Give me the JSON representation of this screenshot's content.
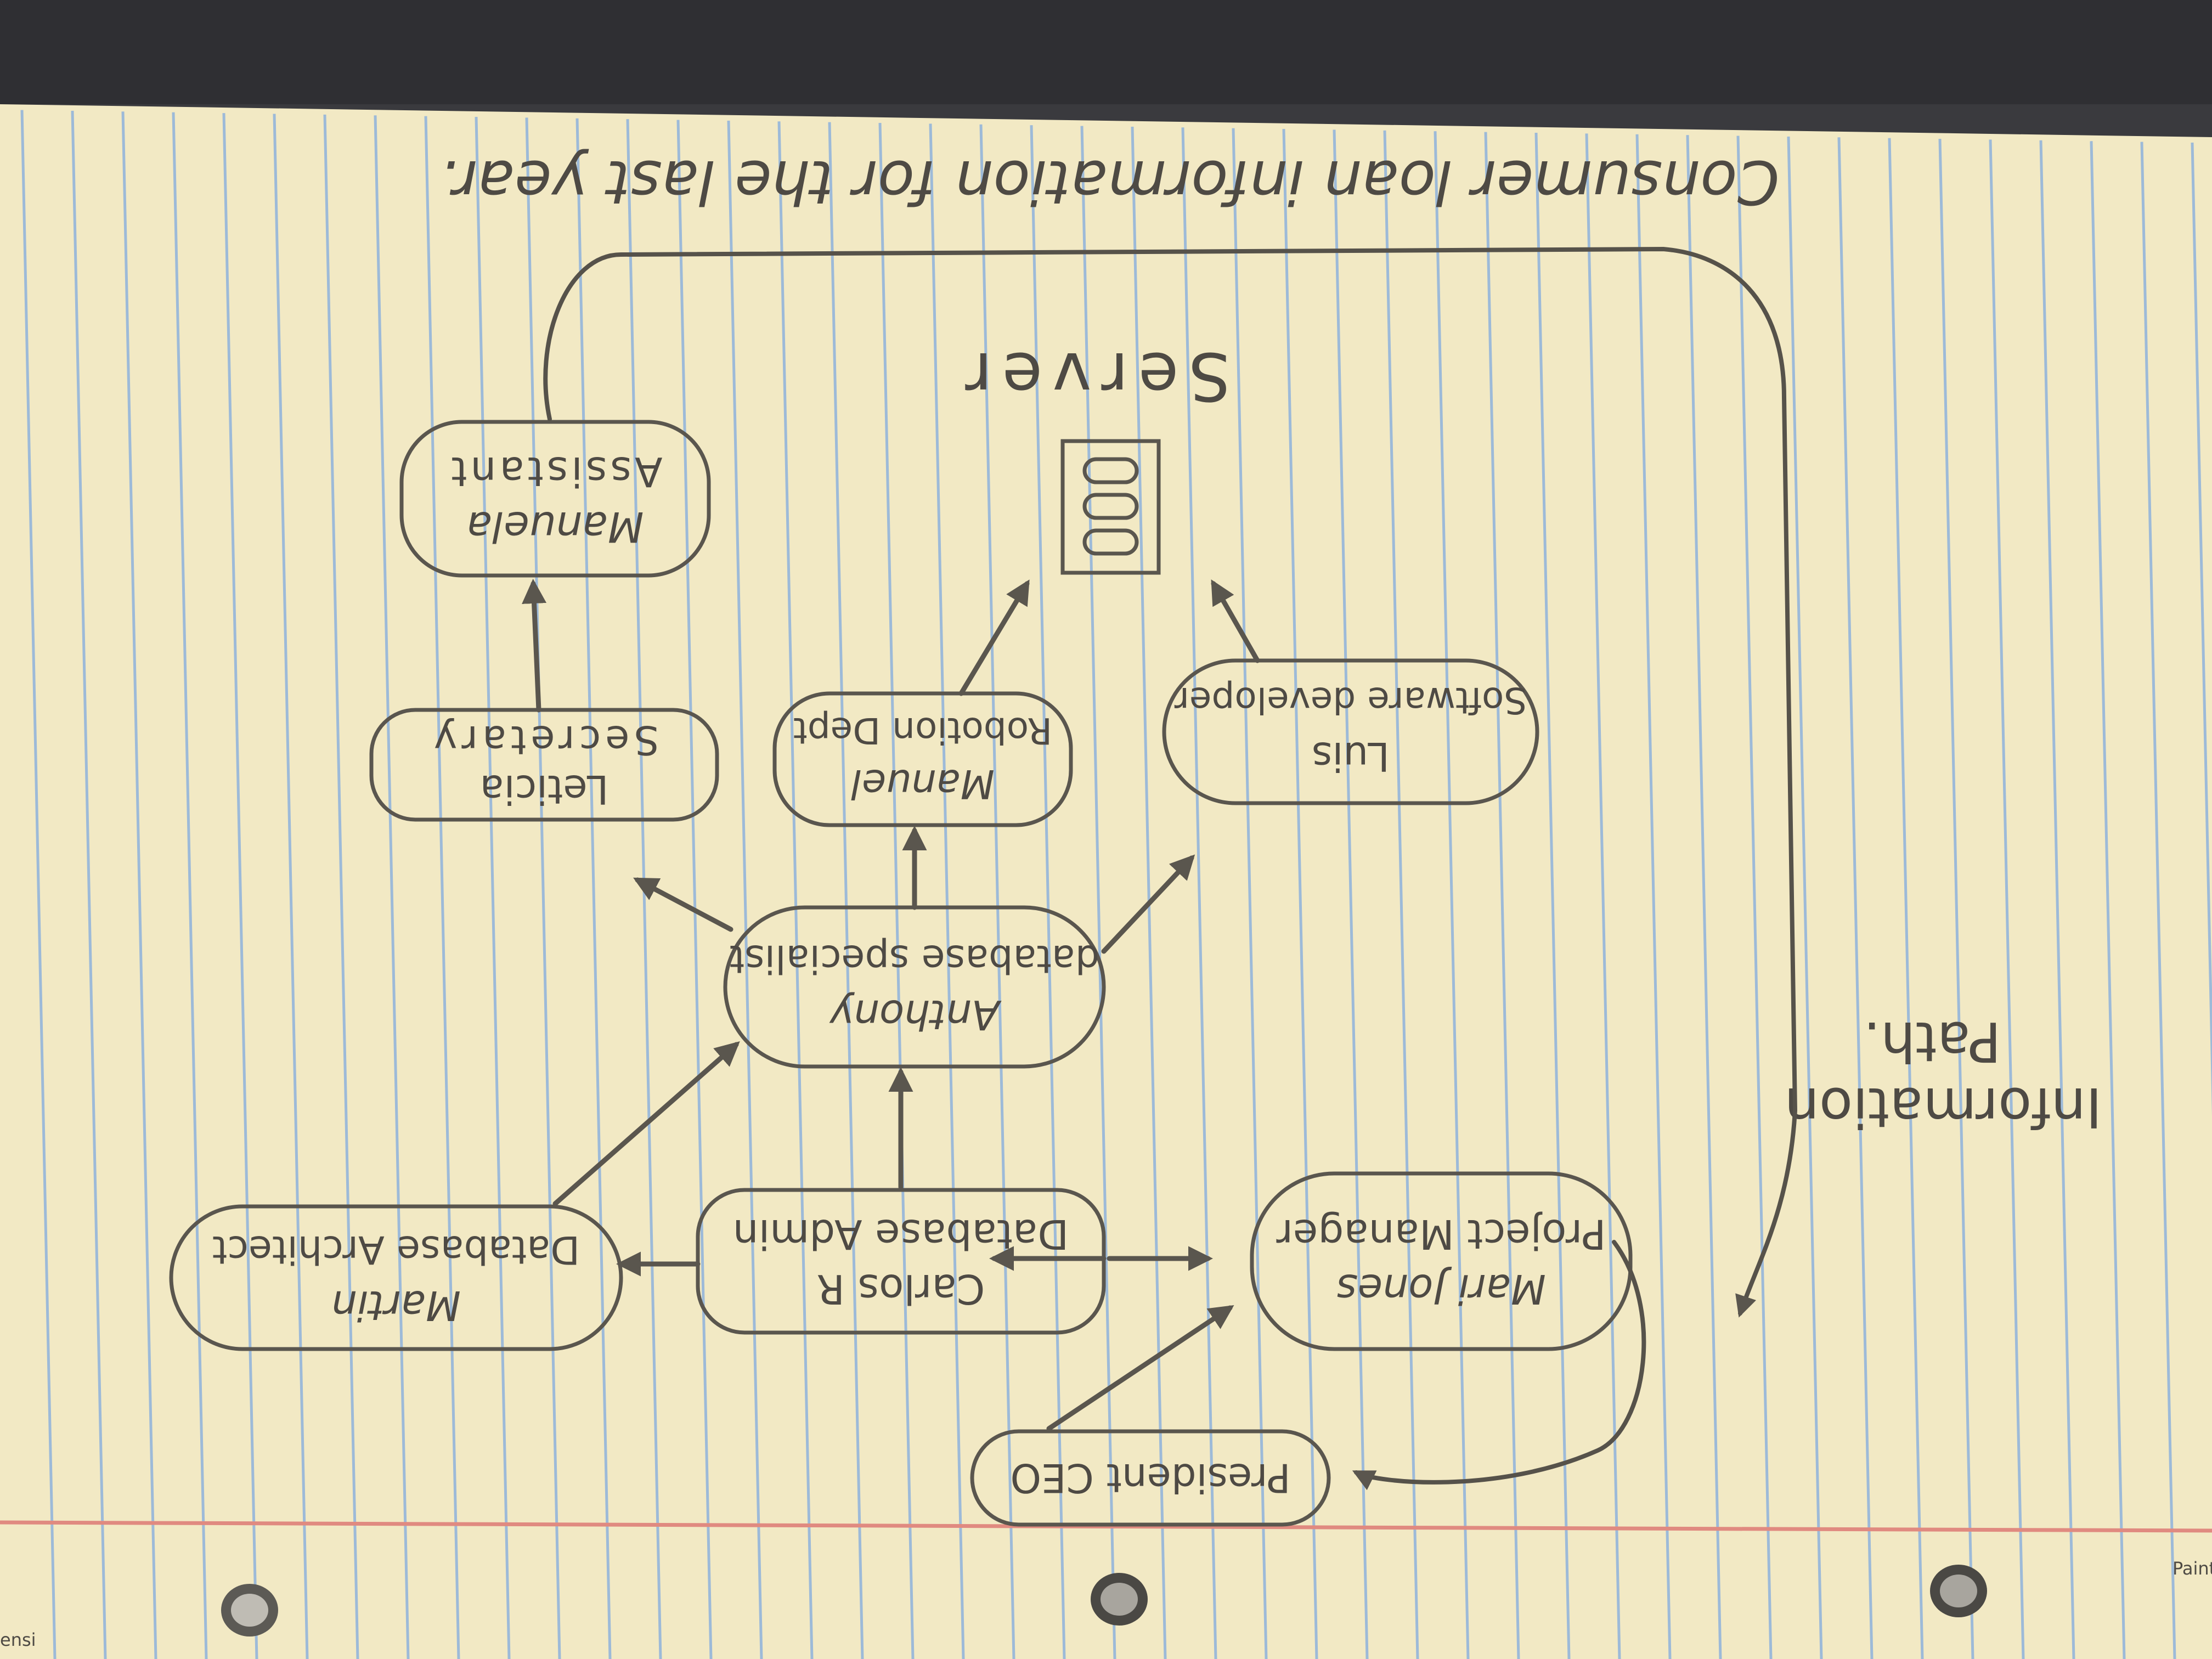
{
  "photo": {
    "subject": "ruled notebook paper photographed upside down",
    "colors": {
      "paper": "#f2e9c4",
      "rule_line": "#9dbad8",
      "margin_line": "#e08a80",
      "pencil": "#56524a",
      "background": "#3a3a3e"
    }
  },
  "sketch": {
    "title": "Consumer loan information for the last year.",
    "side_note": {
      "line1": "Information",
      "line2": "Path."
    },
    "server": {
      "label": "Server",
      "icon": "server-icon"
    },
    "nodes": [
      {
        "id": "ceo",
        "line1": "President CEO",
        "line2": ""
      },
      {
        "id": "pm",
        "line1": "Mari Jones",
        "line2": "Project Manager"
      },
      {
        "id": "dba",
        "line1": "Carlos R",
        "line2": "Database Admin"
      },
      {
        "id": "arch",
        "line1": "Martin",
        "line2": "Database Architect"
      },
      {
        "id": "spec",
        "line1": "Anthony",
        "line2": "database specialist"
      },
      {
        "id": "sec",
        "line1": "Leticia",
        "line2": "Secretary"
      },
      {
        "id": "rob",
        "line1": "Manuel",
        "line2": "Robotion Dept"
      },
      {
        "id": "dev",
        "line1": "Luis",
        "line2": "Software developer"
      },
      {
        "id": "asst",
        "line1": "Manuela",
        "line2": "Assistant"
      }
    ]
  },
  "edge_text": {
    "right": "Paint",
    "left": "ensi"
  }
}
